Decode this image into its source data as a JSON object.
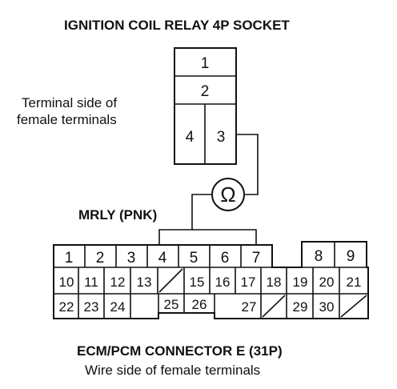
{
  "relay_socket": {
    "title": "IGNITION COIL RELAY 4P SOCKET",
    "caption_line1": "Terminal side of",
    "caption_line2": "female terminals",
    "terminals": [
      "1",
      "2",
      "4",
      "3"
    ]
  },
  "meter": {
    "symbol": "Ω"
  },
  "wire_label": "MRLY (PNK)",
  "ecm_connector": {
    "title": "ECM/PCM CONNECTOR E (31P)",
    "caption": "Wire side of female terminals",
    "row1": [
      "1",
      "2",
      "3",
      "4",
      "5",
      "6",
      "7",
      "8",
      "9"
    ],
    "row2": [
      "10",
      "11",
      "12",
      "13",
      "15",
      "16",
      "17",
      "18",
      "19",
      "20",
      "21"
    ],
    "row3": [
      "22",
      "23",
      "24",
      "25",
      "26",
      "27",
      "29",
      "30"
    ]
  }
}
